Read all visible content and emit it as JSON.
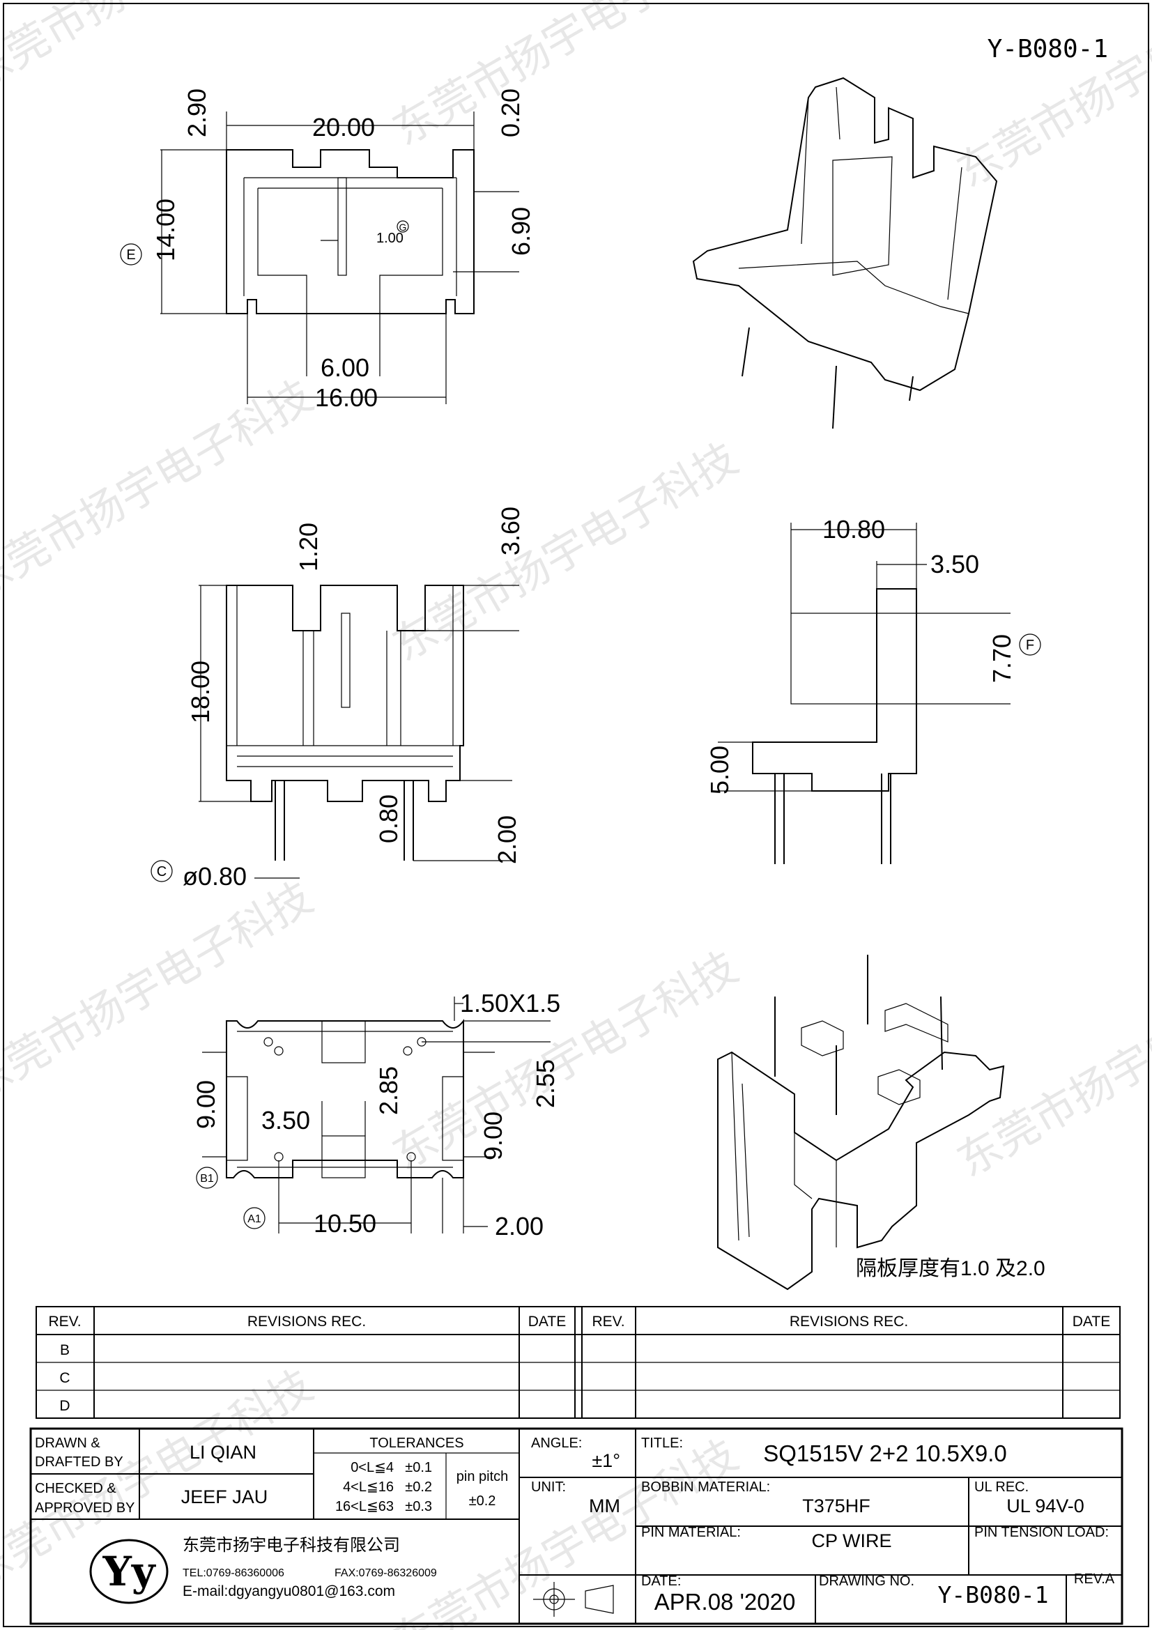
{
  "header": {
    "drawing_code": "Y-B080-1"
  },
  "watermark": {
    "text": "东莞市扬宇电子科技"
  },
  "views": {
    "top": {
      "width": "20.00",
      "left_margin": "2.90",
      "right_margin": "0.20",
      "height": "14.00",
      "datum": "E",
      "slot": "6.90",
      "web": "1.00",
      "center_mark": "G",
      "gap": "6.00",
      "base": "16.00"
    },
    "front": {
      "slot_w": "1.20",
      "top_margin": "3.60",
      "height": "18.00",
      "pin_w": "0.80",
      "pin_len": "2.00",
      "pin_dia_label": "ø0.80",
      "pin_datum": "C"
    },
    "side": {
      "depth": "10.80",
      "wall": "3.50",
      "plate_h": "7.70",
      "plate_datum": "F",
      "base_h": "5.00"
    },
    "bottom": {
      "notch": "1.50X1.5",
      "pitch_y": "9.00",
      "pitch_x": "3.50",
      "hole": "2.85",
      "edge": "2.55",
      "pitch_y2": "9.00",
      "pitch_x2": "10.50",
      "end": "2.00",
      "datum_b": "B1",
      "datum_a": "A1"
    },
    "iso_note": "隔板厚度有1.0 及2.0"
  },
  "revisions": {
    "headers": {
      "rev": "REV.",
      "rec": "REVISIONS  REC.",
      "date": "DATE"
    },
    "left_rows": [
      "B",
      "C",
      "D"
    ]
  },
  "titleblock": {
    "drawn_label": "DRAWN &\nDRAFTED BY",
    "drawn": "LI QIAN",
    "checked_label": "CHECKED &\nAPPROVED BY",
    "checked": "JEEF JAU",
    "tol_title": "TOLERANCES",
    "tol_rows": [
      {
        "range": "0<L≦4",
        "tol": "±0.1"
      },
      {
        "range": "4<L≦16",
        "tol": "±0.2"
      },
      {
        "range": "16<L≦63",
        "tol": "±0.3"
      }
    ],
    "pin_pitch_label": "pin pitch",
    "pin_pitch_tol": "±0.2",
    "angle_label": "ANGLE:",
    "angle": "±1°",
    "unit_label": "UNIT:",
    "unit": "MM",
    "title_label": "TITLE:",
    "title": "SQ1515V 2+2 10.5X9.0",
    "bobbin_label": "BOBBIN MATERIAL:",
    "bobbin": "T375HF",
    "ul_label": "UL REC.",
    "ul": "UL 94V-0",
    "pin_mat_label": "PIN MATERIAL:",
    "pin_mat": "CP WIRE",
    "pin_tension_label": "PIN TENSION LOAD:",
    "date_label": "DATE:",
    "date": "APR.08 '2020",
    "dwg_label": "DRAWING NO.",
    "dwg": "Y-B080-1",
    "rev_label": "REV.A",
    "company": "东莞市扬宇电子科技有限公司",
    "tel": "TEL:0769-86360006",
    "fax": "FAX:0769-86326009",
    "email": "E-mail:dgyangyu0801@163.com"
  }
}
